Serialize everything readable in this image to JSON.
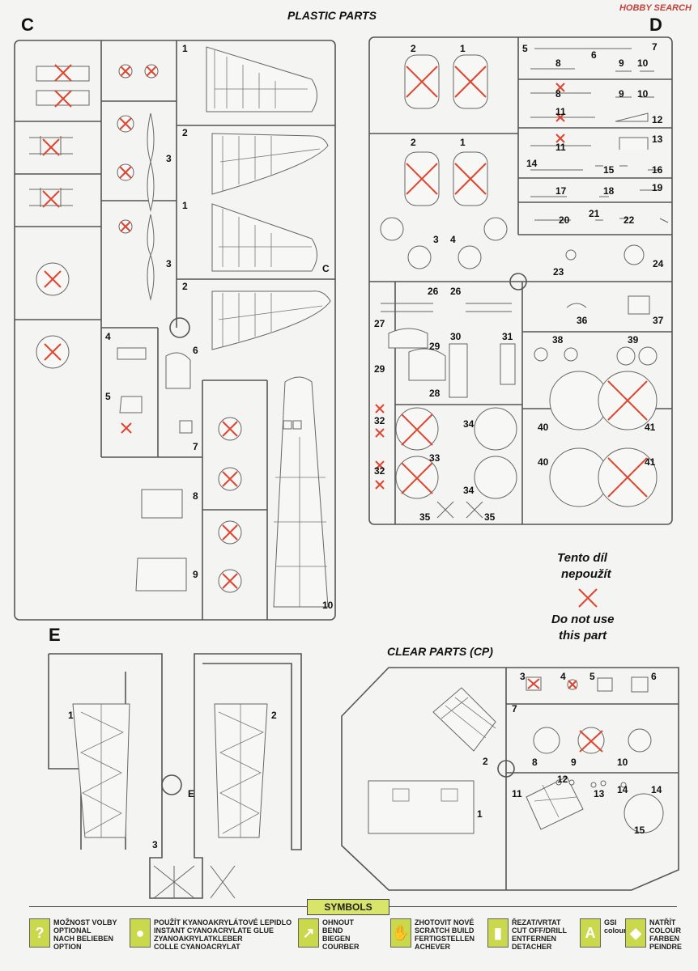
{
  "headings": {
    "plastic_parts": "PLASTIC PARTS",
    "clear_parts": "CLEAR PARTS (CP)"
  },
  "sprues": {
    "c": "C",
    "d": "D",
    "e": "E"
  },
  "watermark": "HOBBY SEARCH",
  "not_used": {
    "cz": "Tento díl",
    "cz2": "nepoužít",
    "en": "Do not use",
    "en2": "this part"
  },
  "numbers": {
    "c": [
      "1",
      "2",
      "1",
      "2",
      "3",
      "3",
      "4",
      "5",
      "6",
      "7",
      "8",
      "9",
      "10",
      "C"
    ],
    "d": [
      "5",
      "6",
      "7",
      "8",
      "9",
      "10",
      "8",
      "9",
      "10",
      "11",
      "12",
      "11",
      "13",
      "14",
      "15",
      "16",
      "17",
      "18",
      "19",
      "20",
      "21",
      "22",
      "1",
      "2",
      "2",
      "1",
      "3",
      "4",
      "23",
      "24",
      "26",
      "26",
      "27",
      "29",
      "30",
      "31",
      "28",
      "29",
      "36",
      "37",
      "38",
      "39",
      "32",
      "33",
      "34",
      "32",
      "34",
      "35",
      "35",
      "40",
      "41",
      "40",
      "41"
    ],
    "e": [
      "1",
      "2",
      "3",
      "E"
    ],
    "cp": [
      "3",
      "4",
      "5",
      "6",
      "7",
      "2",
      "8",
      "9",
      "10",
      "11",
      "12",
      "13",
      "14",
      "14",
      "15",
      "1"
    ]
  },
  "symbols": {
    "title": "SYMBOLS",
    "items": [
      {
        "icon": "?",
        "text": "MOŽNOST VOLBY\nOPTIONAL\nNACH BELIEBEN\nOPTION"
      },
      {
        "icon": "●",
        "text": "POUŽÍT KYANOAKRYLÁTOVÉ LEPIDLO\nINSTANT CYANOACRYLATE GLUE\nZYANOAKRYLATKLEBER\nCOLLE CYANOACRYLAT"
      },
      {
        "icon": "↗",
        "text": "OHNOUT\nBEND\nBIEGEN\nCOURBER"
      },
      {
        "icon": "✋",
        "text": "ZHOTOVIT NOVÉ\nSCRATCH BUILD\nFERTIGSTELLEN\nACHEVER"
      },
      {
        "icon": "▮",
        "text": "ŘEZAT/VRTAT\nCUT OFF/DRILL\nENTFERNEN\nDETACHER"
      },
      {
        "icon": "A",
        "text": "GSI\ncolour code"
      },
      {
        "icon": "◆",
        "text": "NATŘÍT\nCOLOUR\nFARBEN\nPEINDRE"
      }
    ]
  },
  "colors": {
    "cross": "#e0452f",
    "symbol_box": "#c9d94b",
    "symbols_title_bg": "#d8e46a"
  }
}
